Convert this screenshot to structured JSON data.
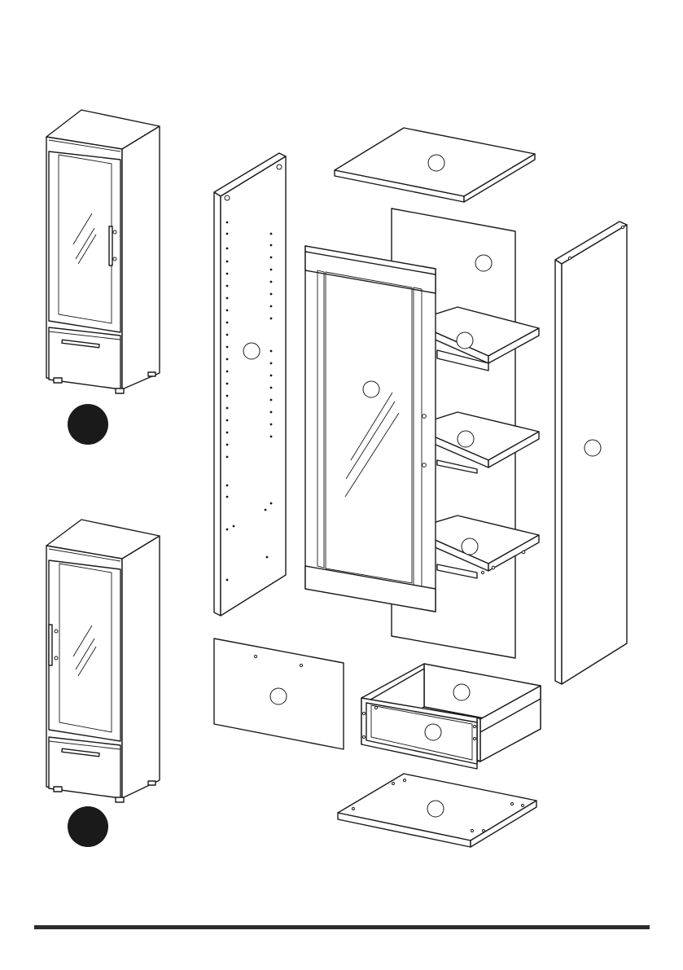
{
  "colors": {
    "line": "#1a1a1a",
    "paper": "#ffffff",
    "variant_marker": "#1a1a1a",
    "rule": "#2b2b2b"
  },
  "variants": [
    {
      "name": "right-hinged-door",
      "marker": ""
    },
    {
      "name": "left-hinged-door",
      "marker": ""
    }
  ],
  "parts": [
    {
      "name": "top-panel",
      "label": ""
    },
    {
      "name": "back-panel",
      "label": ""
    },
    {
      "name": "left-side-panel",
      "label": ""
    },
    {
      "name": "glass-door",
      "label": ""
    },
    {
      "name": "upper-shelf",
      "label": ""
    },
    {
      "name": "middle-shelf",
      "label": ""
    },
    {
      "name": "bottom-shelf",
      "label": ""
    },
    {
      "name": "right-side-panel",
      "label": ""
    },
    {
      "name": "drawer-front",
      "label": ""
    },
    {
      "name": "drawer-box-back",
      "label": ""
    },
    {
      "name": "drawer-box-front",
      "label": ""
    },
    {
      "name": "bottom-panel",
      "label": ""
    }
  ]
}
